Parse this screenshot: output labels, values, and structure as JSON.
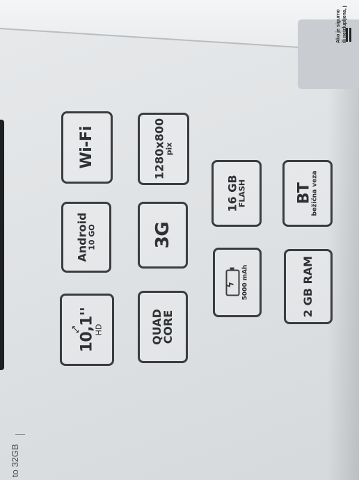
{
  "bottom_text": "to 32GB",
  "sticker": {
    "line1": "Ako je sigurno",
    "line2": "ili neizlupljena, j"
  },
  "specs": {
    "screen": {
      "size": "10,1''",
      "note": "HD"
    },
    "android": {
      "line1": "Android",
      "line2": "10 GO"
    },
    "wifi": "Wi-Fi",
    "quad": {
      "line1": "QUAD",
      "line2": "CORE"
    },
    "net": "3G",
    "resolution": {
      "line1": "1280x800",
      "line2": "pix"
    },
    "battery": "5000 mAh",
    "flash": {
      "line1": "16 GB",
      "line2": "FLASH"
    },
    "ram": "2 GB RAM",
    "bt": {
      "line1": "BT",
      "line2": "bežična veza"
    }
  }
}
